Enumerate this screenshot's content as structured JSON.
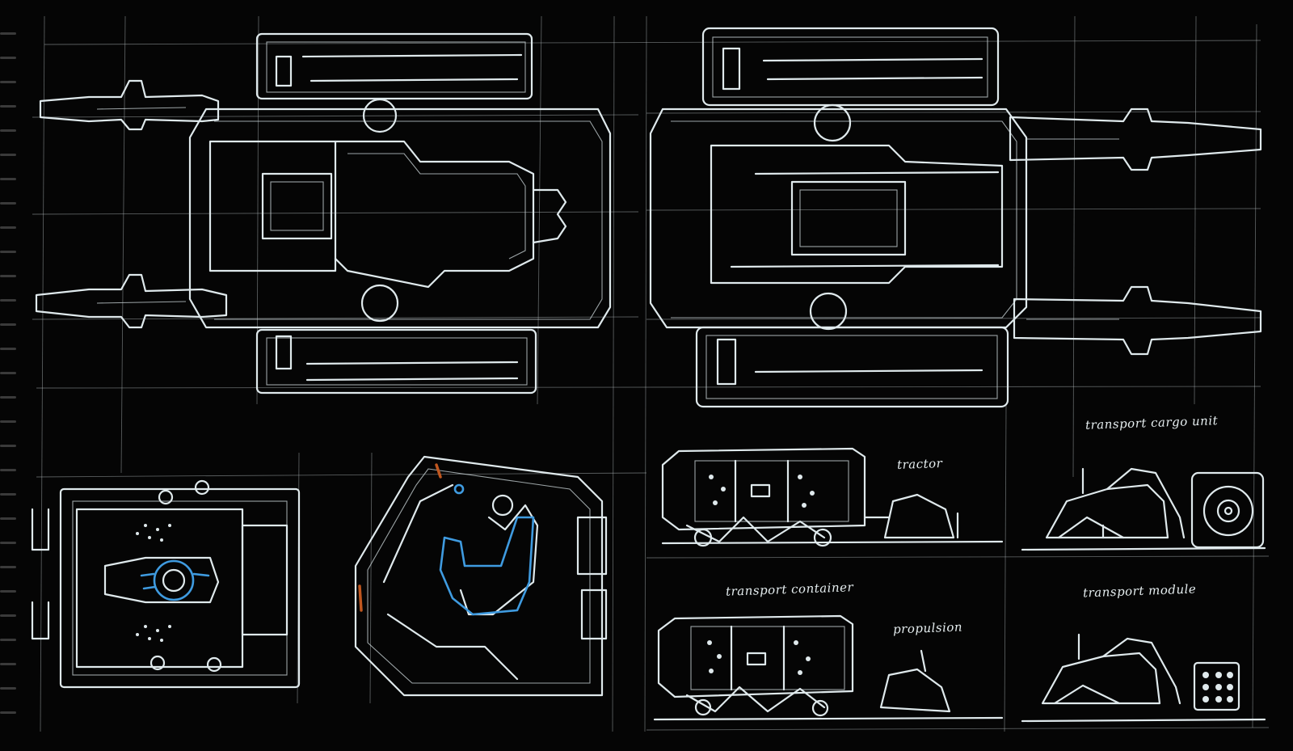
{
  "artwork": {
    "medium": "white and blue ink on black paper",
    "colors": {
      "paper": "#050505",
      "ink_white": "#dfe9ec",
      "ink_blue": "#3f9be0",
      "ink_orange": "#c0571f"
    }
  },
  "labels": {
    "tractor": "tractor",
    "transport_cargo": "transport cargo unit",
    "transport_container": "transport container",
    "propulsion": "propulsion",
    "transport_module": "transport module"
  }
}
